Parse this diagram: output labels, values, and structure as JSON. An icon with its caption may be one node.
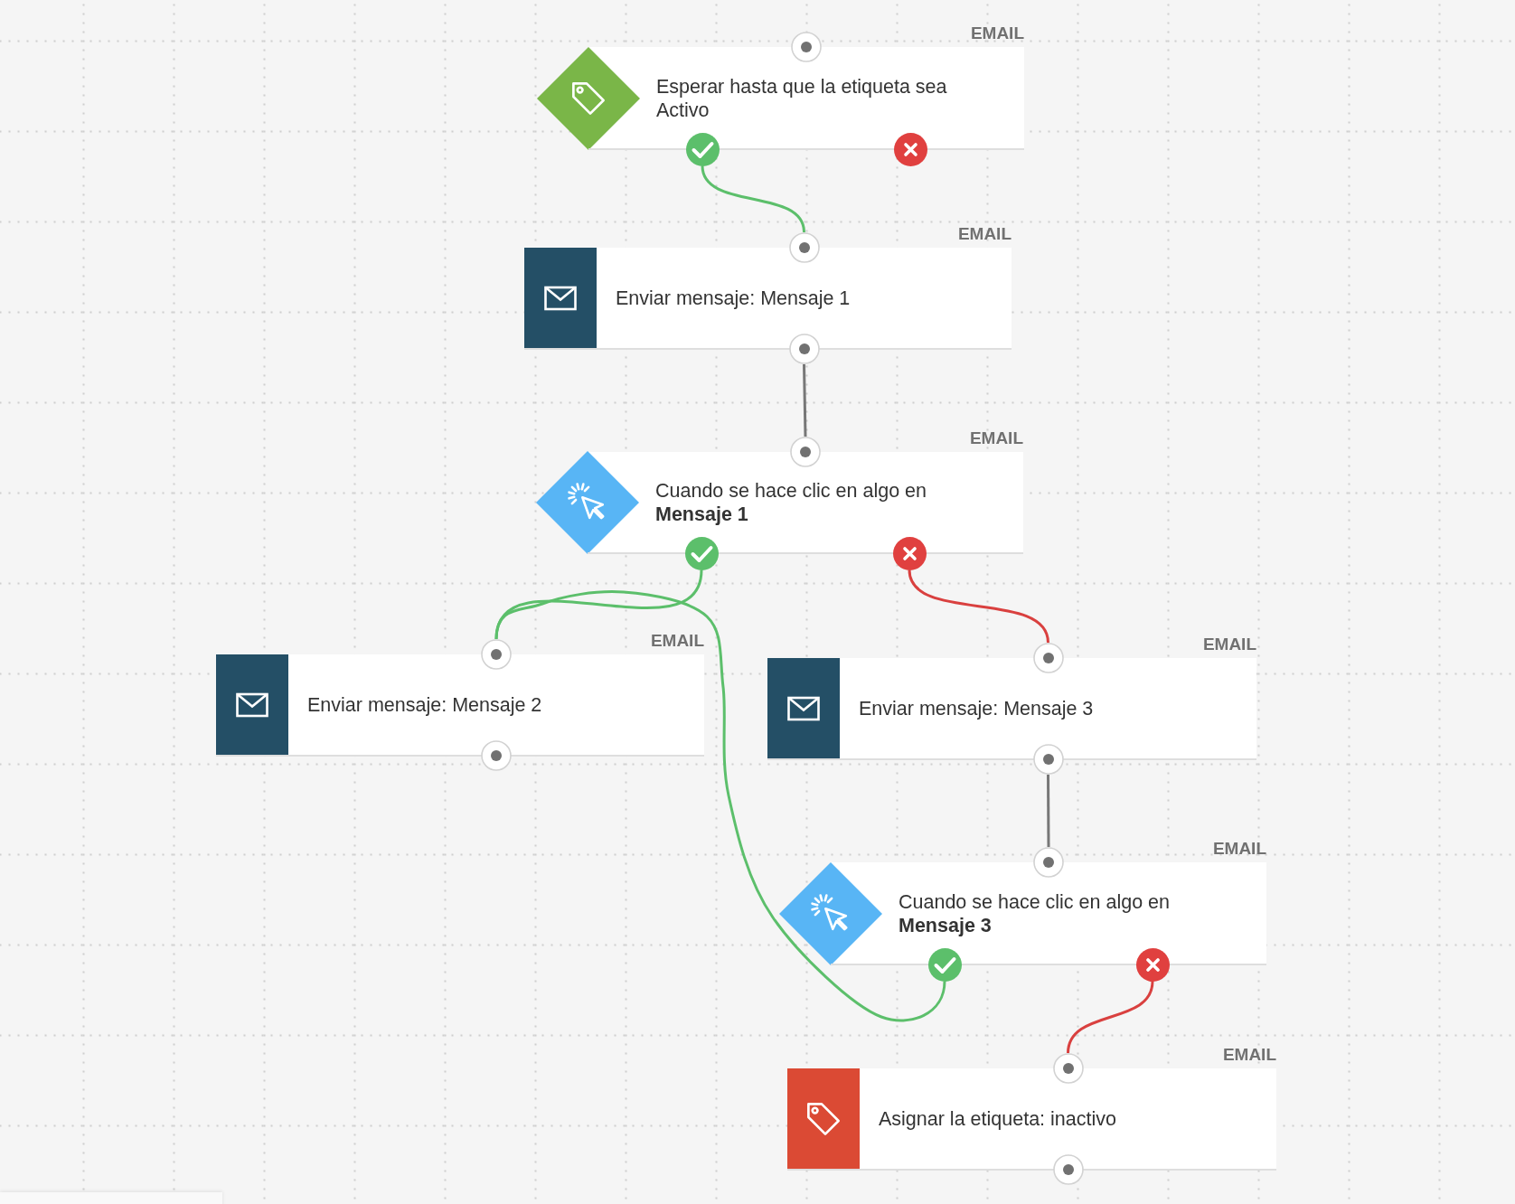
{
  "diagram": {
    "nodes": [
      {
        "text": [
          "EMAIL",
          "Esperar hasta que la etiqueta sea Activo"
        ]
      },
      {
        "text": [
          "EMAIL",
          "Enviar mensaje: Mensaje 1"
        ]
      },
      {
        "text": [
          "EMAIL",
          "Cuando se hace clic en algo en **Mensaje 1**"
        ]
      },
      {
        "text": [
          "EMAIL",
          "Enviar mensaje: Mensaje 2"
        ]
      },
      {
        "text": [
          "EMAIL",
          "Enviar mensaje: Mensaje 3"
        ]
      },
      {
        "text": [
          "EMAIL",
          "Cuando se hace clic en algo en **Mensaje 3**"
        ]
      },
      {
        "text": [
          "EMAIL",
          "Asignar la etiqueta: inactivo"
        ]
      }
    ],
    "edges": [
      {
        "from": 0,
        "to": 1,
        "arrow": "none"
      },
      {
        "from": 1,
        "to": 2,
        "arrow": "none",
        "color": "#777777"
      },
      {
        "from": 2,
        "to": 3,
        "arrow": "none"
      },
      {
        "from": 2,
        "to": 4,
        "arrow": "none",
        "color": "#d9403f"
      },
      {
        "from": 4,
        "to": 5,
        "arrow": "none",
        "color": "#777777"
      },
      {
        "from": 5,
        "to": 3,
        "arrow": "none"
      },
      {
        "from": 5,
        "to": 6,
        "arrow": "none",
        "color": "#d9403f"
      }
    ]
  }
}
